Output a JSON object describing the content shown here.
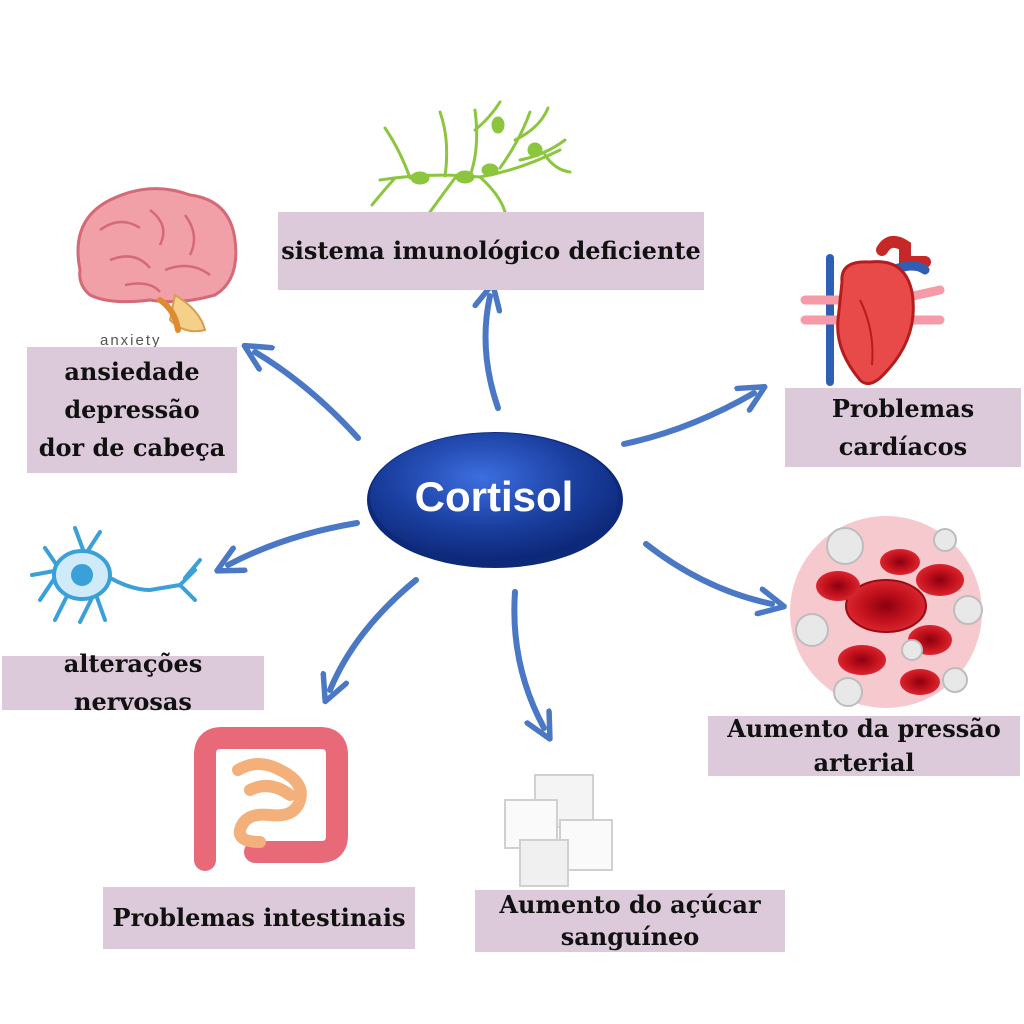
{
  "center": {
    "label": "Cortisol"
  },
  "effects": {
    "immune": {
      "label": "sistema imunológico deficiente",
      "icon": "immune-cells-icon"
    },
    "mental": {
      "lines": [
        "ansiedade",
        "depressão",
        "dor de cabeça"
      ],
      "icon": "brain-icon"
    },
    "cardiac": {
      "lines": [
        "Problemas",
        "cardíacos"
      ],
      "icon": "heart-icon"
    },
    "nervous": {
      "label": "alterações nervosas",
      "icon": "neuron-icon"
    },
    "pressure": {
      "lines": [
        "Aumento da pressão",
        "arterial"
      ],
      "icon": "blood-cells-icon"
    },
    "intestinal": {
      "label": "Problemas intestinais",
      "icon": "intestine-icon"
    },
    "sugar": {
      "lines": [
        "Aumento do açúcar",
        "sanguíneo"
      ],
      "icon": "sugar-cubes-icon"
    }
  },
  "colors": {
    "arrow": "#4a78c4",
    "label_bg": "#dcc9d9",
    "center_fill": "#1a3fa0"
  }
}
